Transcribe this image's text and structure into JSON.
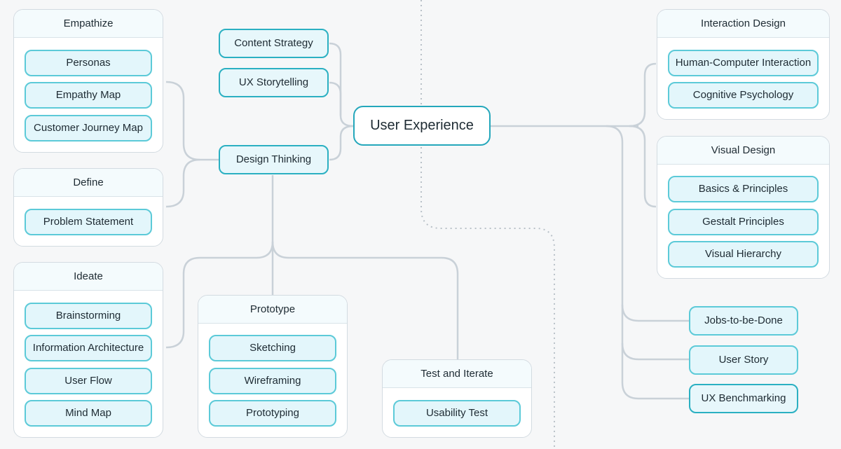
{
  "root": {
    "label": "User Experience"
  },
  "left_branches": {
    "content_strategy": "Content Strategy",
    "ux_storytelling": "UX Storytelling",
    "design_thinking": "Design Thinking"
  },
  "empathize": {
    "title": "Empathize",
    "items": [
      "Personas",
      "Empathy Map",
      "Customer Journey Map"
    ]
  },
  "define": {
    "title": "Define",
    "items": [
      "Problem Statement"
    ]
  },
  "ideate": {
    "title": "Ideate",
    "items": [
      "Brainstorming",
      "Information Architecture",
      "User Flow",
      "Mind Map"
    ]
  },
  "prototype": {
    "title": "Prototype",
    "items": [
      "Sketching",
      "Wireframing",
      "Prototyping"
    ]
  },
  "test_iterate": {
    "title": "Test and Iterate",
    "items": [
      "Usability Test"
    ]
  },
  "interaction_design": {
    "title": "Interaction Design",
    "items": [
      "Human-Computer Interaction",
      "Cognitive Psychology"
    ]
  },
  "visual_design": {
    "title": "Visual Design",
    "items": [
      "Basics & Principles",
      "Gestalt Principles",
      "Visual Hierarchy"
    ]
  },
  "right_items": {
    "jobs": "Jobs-to-be-Done",
    "story": "User Story",
    "benchmarking": "UX Benchmarking"
  },
  "colors": {
    "accent": "#24a7bb",
    "pill_fill": "#e3f6fb",
    "pill_border": "#5ccad8",
    "connector": "#c9d1d8",
    "group_border": "#d3dbe1"
  }
}
